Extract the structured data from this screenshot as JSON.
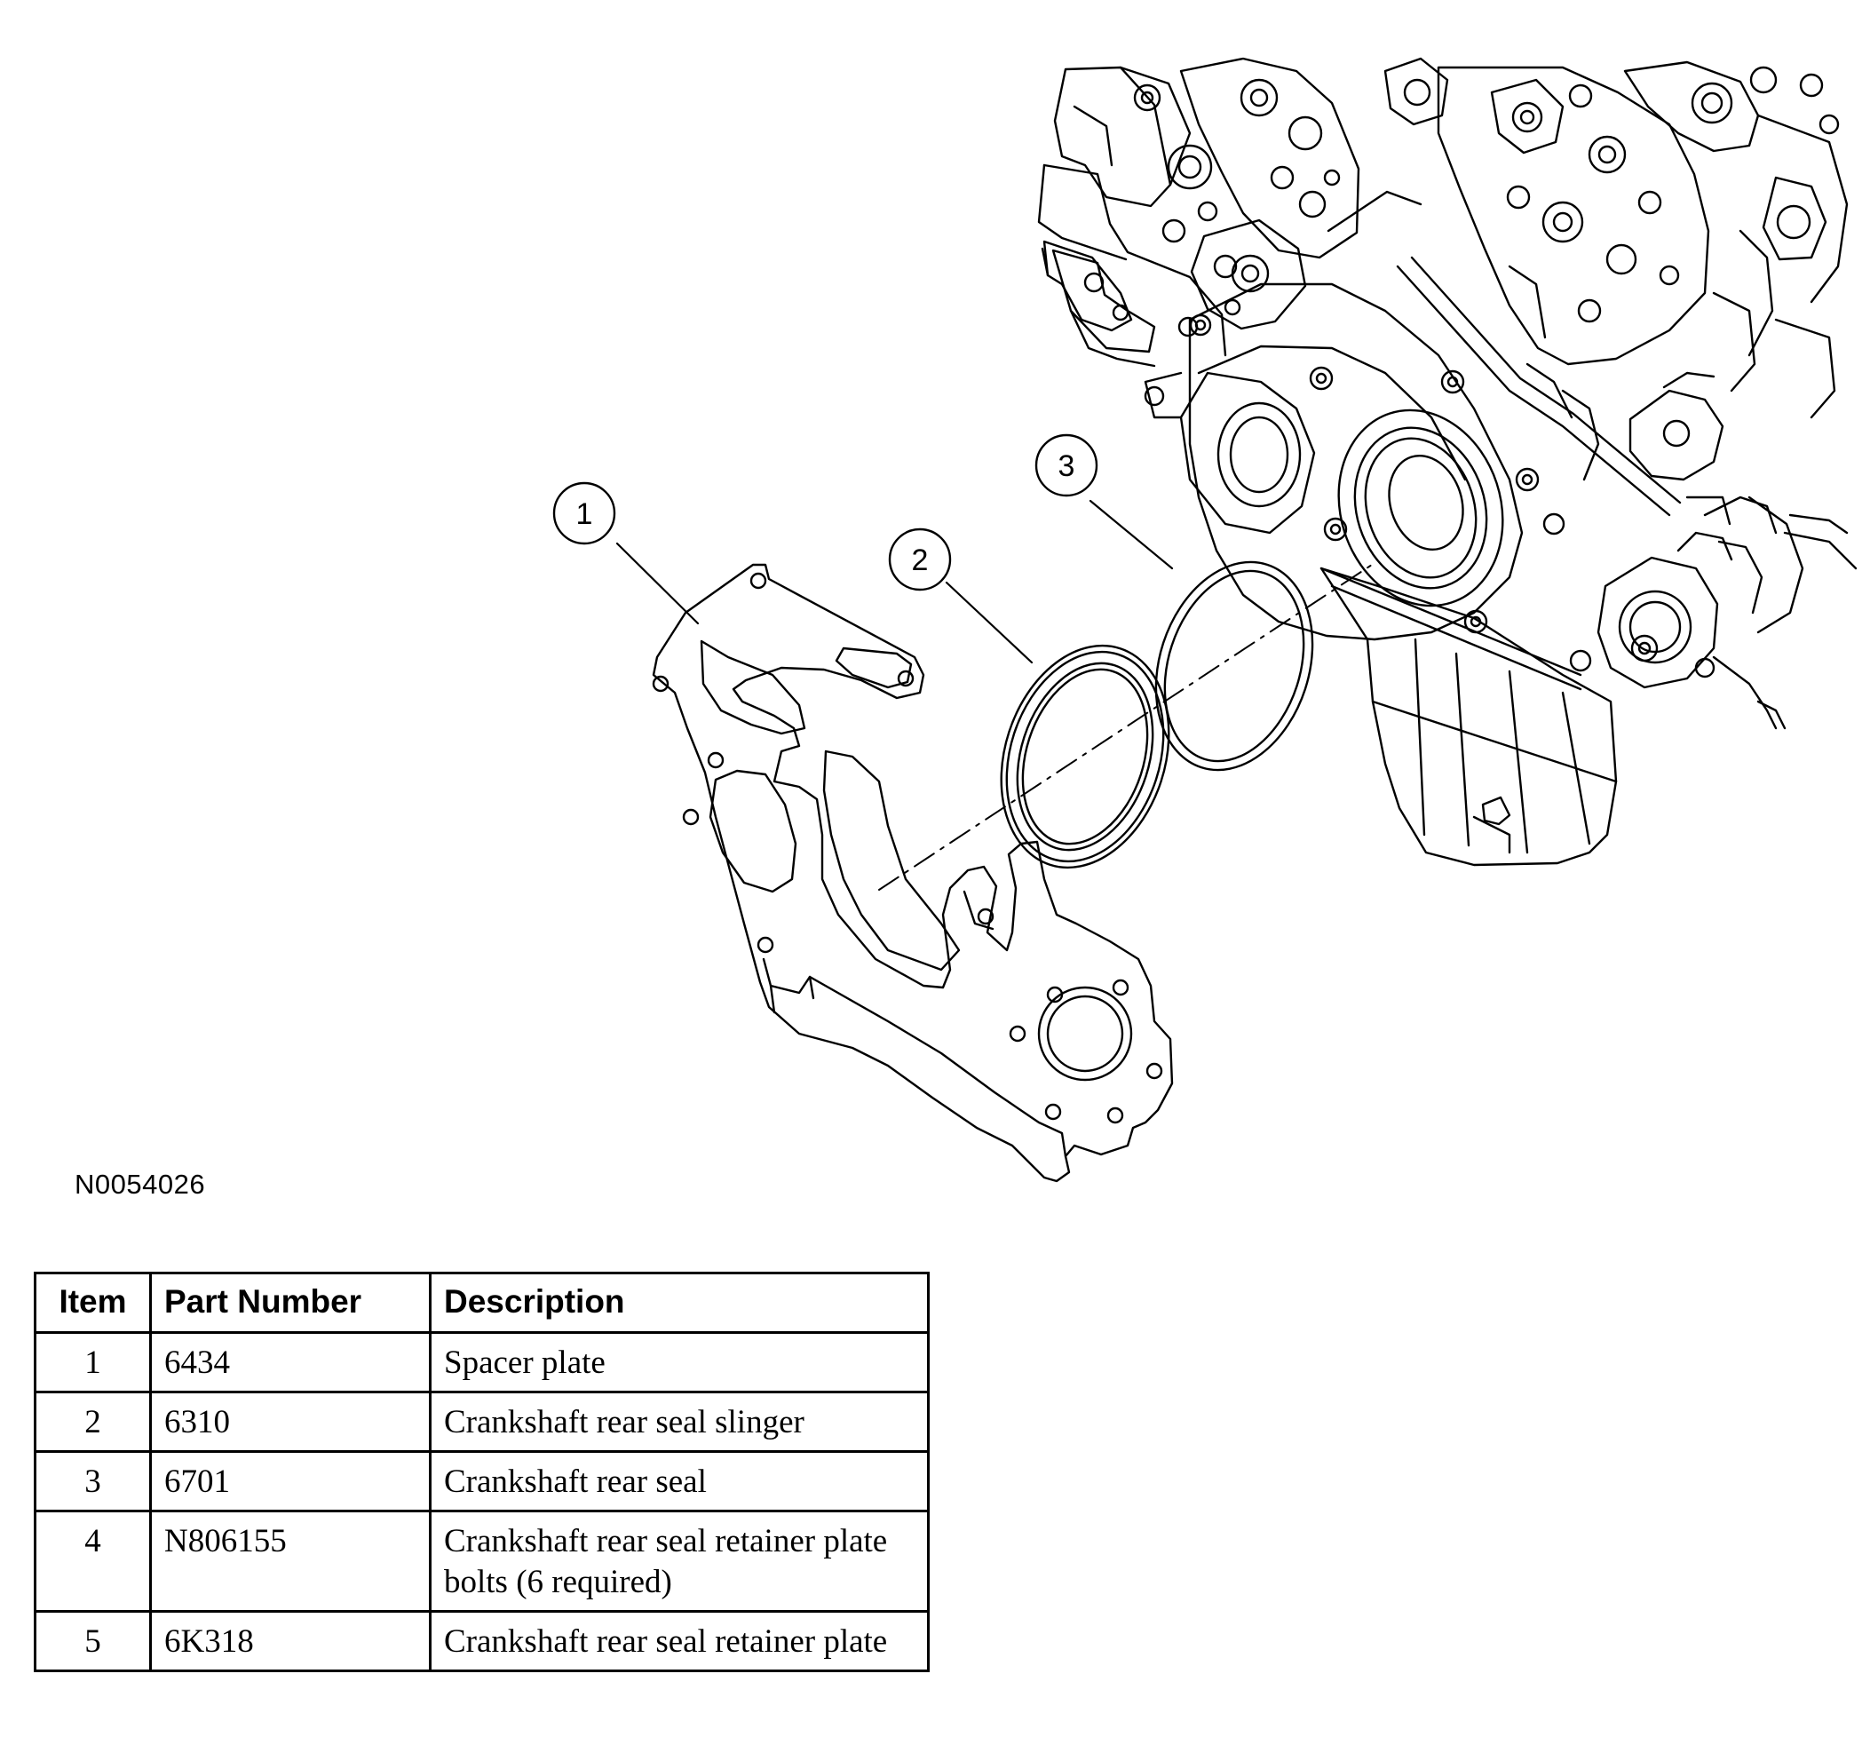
{
  "figure_id": "N0054026",
  "callouts": [
    {
      "number": "1",
      "part": "spacer-plate"
    },
    {
      "number": "2",
      "part": "crankshaft-rear-seal-slinger"
    },
    {
      "number": "3",
      "part": "crankshaft-rear-seal"
    }
  ],
  "table": {
    "headers": {
      "item": "Item",
      "part_number": "Part Number",
      "description": "Description"
    },
    "rows": [
      {
        "item": "1",
        "part_number": "6434",
        "description": "Spacer plate"
      },
      {
        "item": "2",
        "part_number": "6310",
        "description": "Crankshaft rear seal slinger"
      },
      {
        "item": "3",
        "part_number": "6701",
        "description": "Crankshaft rear seal"
      },
      {
        "item": "4",
        "part_number": "N806155",
        "description": "Crankshaft rear seal retainer plate bolts (6 required)"
      },
      {
        "item": "5",
        "part_number": "6K318",
        "description": "Crankshaft rear seal retainer plate"
      }
    ]
  }
}
